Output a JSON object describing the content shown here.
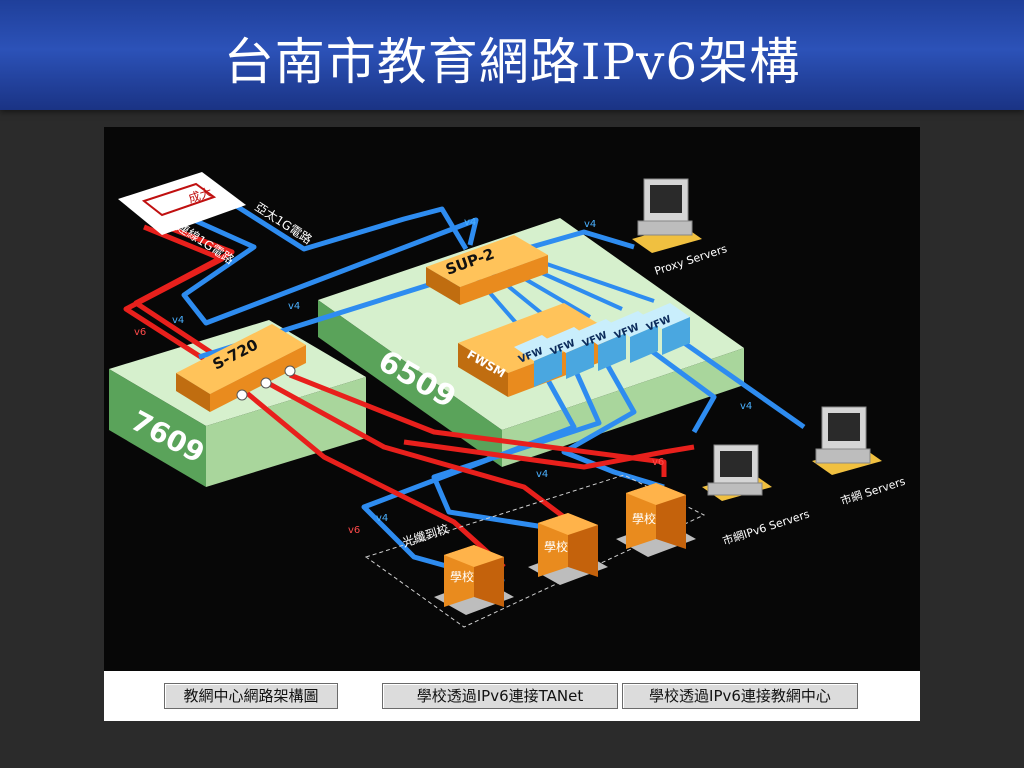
{
  "slide": {
    "title": "台南市教育網路IPv6架構"
  },
  "diagram": {
    "logo_text": "成大",
    "links": {
      "link_1g_a": "亞太1G電路",
      "link_1g_b": "連線1G電路"
    },
    "labels": {
      "v4": "v4",
      "v6": "v6"
    },
    "devices": {
      "sup2": "SUP-2",
      "s720": "S-720",
      "chassis_7609": "7609",
      "chassis_6509": "6509",
      "fwsm": "FWSM",
      "vfw": "VFW"
    },
    "servers": {
      "proxy": "Proxy Servers",
      "ipv6": "市網IPv6 Servers",
      "city": "市網 Servers"
    },
    "schools": {
      "label": "學校",
      "fiber": "光纖到校"
    }
  },
  "nav_buttons": [
    {
      "label": "教網中心網路架構圖"
    },
    {
      "label": "學校透過IPv6連接TANet"
    },
    {
      "label": "學校透過IPv6連接教網中心"
    }
  ],
  "colors": {
    "v4_link": "#2e8cf0",
    "v6_link": "#e8201c",
    "chassis": "#bfe4b4",
    "module": "#f7a53a"
  }
}
